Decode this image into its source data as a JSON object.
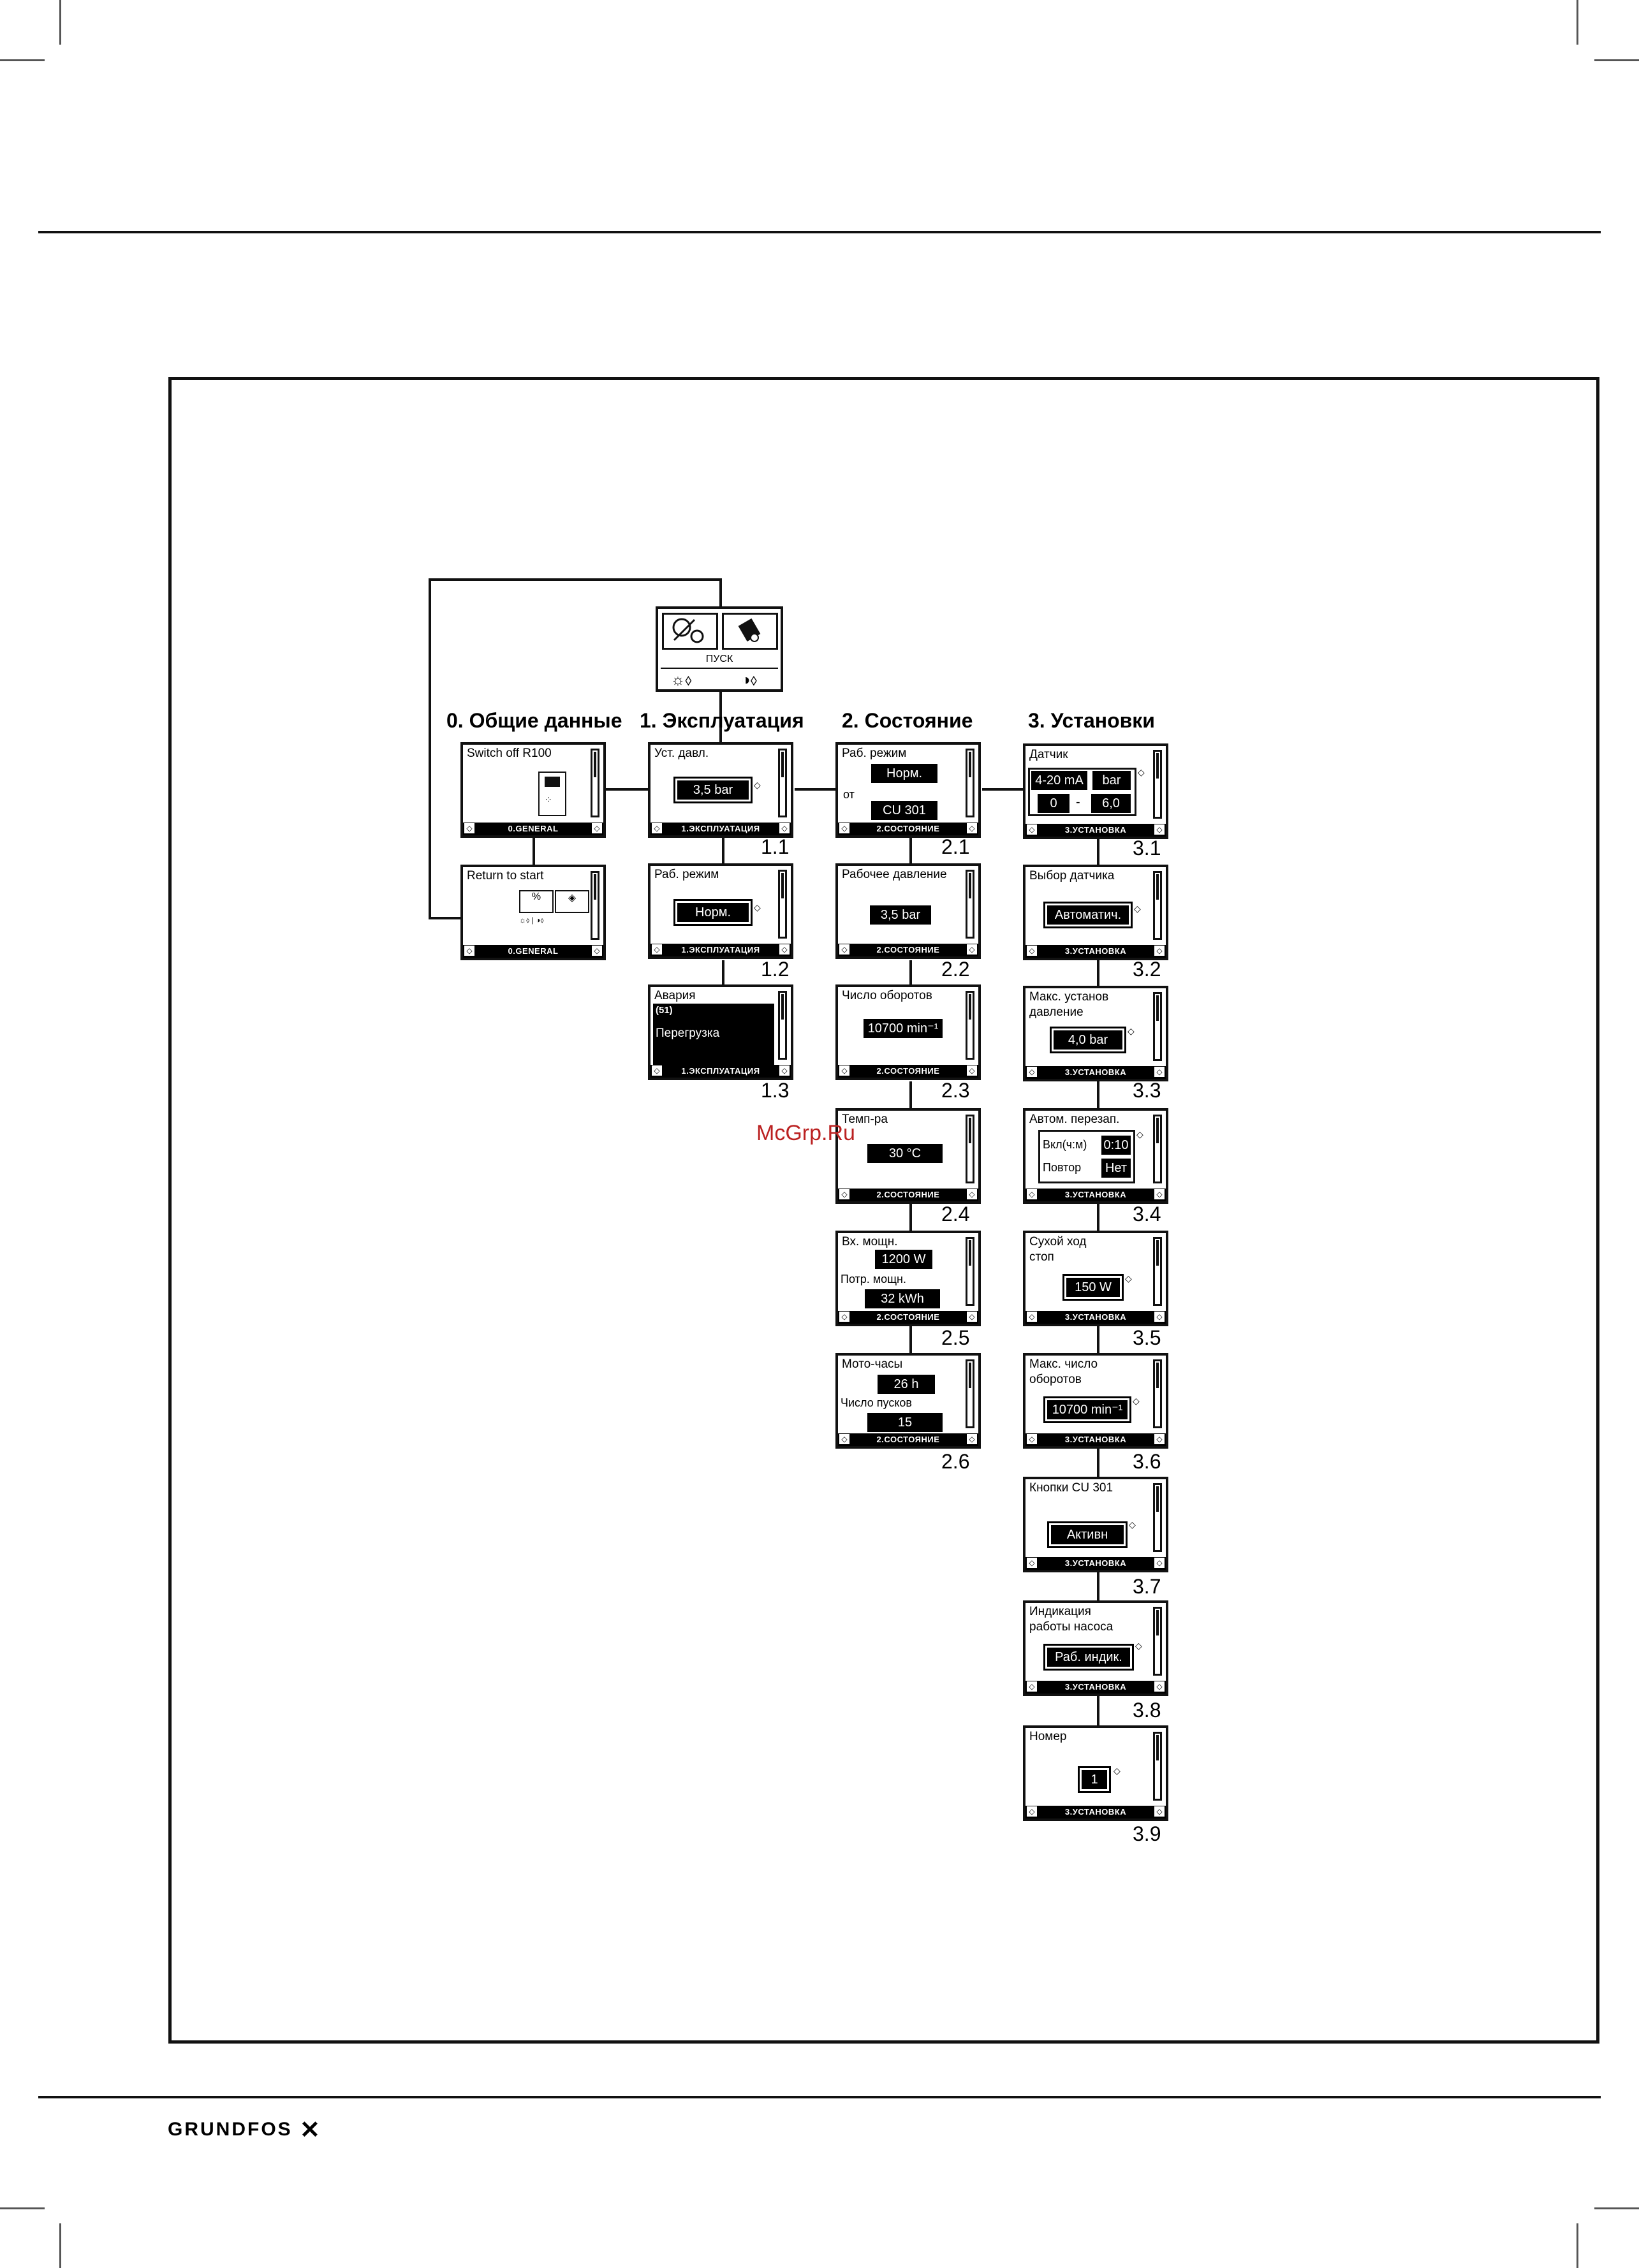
{
  "start_panel": {
    "label": "ПУСК"
  },
  "columns": [
    {
      "title": "0. Общие данные"
    },
    {
      "title": "1. Эксплуатация"
    },
    {
      "title": "2. Состояние"
    },
    {
      "title": "3. Установки"
    }
  ],
  "col0": {
    "screen1": {
      "title": "Switch off R100",
      "footer": "0.GENERAL"
    },
    "screen2": {
      "title": "Return to start",
      "footer": "0.GENERAL"
    }
  },
  "col1": [
    {
      "title": "Уст. давл.",
      "value": "3,5 bar",
      "footer": "1.ЭКСПЛУАТАЦИЯ",
      "num": "1.1"
    },
    {
      "title": "Раб. режим",
      "value": "Норм.",
      "footer": "1.ЭКСПЛУАТАЦИЯ",
      "num": "1.2"
    },
    {
      "title": "Авария",
      "sub": "(51)",
      "value": "Перегрузка",
      "footer": "1.ЭКСПЛУАТАЦИЯ",
      "num": "1.3"
    }
  ],
  "col2": [
    {
      "title": "Раб. режим",
      "value": "Норм.",
      "label2": "от",
      "value2": "CU 301",
      "footer": "2.СОСТОЯНИЕ",
      "num": "2.1"
    },
    {
      "title": "Рабочее давление",
      "value": "3,5 bar",
      "footer": "2.СОСТОЯНИЕ",
      "num": "2.2"
    },
    {
      "title": "Число оборотов",
      "value": "10700 min⁻¹",
      "footer": "2.СОСТОЯНИЕ",
      "num": "2.3"
    },
    {
      "title": "Темп-ра",
      "value": "30 °C",
      "footer": "2.СОСТОЯНИЕ",
      "num": "2.4"
    },
    {
      "title": "Вх. мощн.",
      "value": "1200 W",
      "label2": "Потр. мощн.",
      "value2": "32 kWh",
      "footer": "2.СОСТОЯНИЕ",
      "num": "2.5"
    },
    {
      "title": "Мото-часы",
      "value": "26 h",
      "label2": "Число пусков",
      "value2": "15",
      "footer": "2.СОСТОЯНИЕ",
      "num": "2.6"
    }
  ],
  "col3": [
    {
      "title": "Датчик",
      "v1": "4-20 mA",
      "v2": "bar",
      "v3": "0",
      "v4": "-",
      "v5": "6,0",
      "footer": "3.УСТАНОВКА",
      "num": "3.1"
    },
    {
      "title": "Выбор датчика",
      "value": "Автоматич.",
      "footer": "3.УСТАНОВКА",
      "num": "3.2"
    },
    {
      "title": "Макс. установ",
      "title2": "давление",
      "value": "4,0 bar",
      "footer": "3.УСТАНОВКА",
      "num": "3.3"
    },
    {
      "title": "Автом. перезап.",
      "r1": "Вкл(ч:м)",
      "r1v": "0:10",
      "r2": "Повтор",
      "r2v": "Нет",
      "footer": "3.УСТАНОВКА",
      "num": "3.4"
    },
    {
      "title": "Сухой ход",
      "title2": "стоп",
      "value": "150 W",
      "footer": "3.УСТАНОВКА",
      "num": "3.5"
    },
    {
      "title": "Макс. число",
      "title2": "оборотов",
      "value": "10700 min⁻¹",
      "footer": "3.УСТАНОВКА",
      "num": "3.6"
    },
    {
      "title": "Кнопки CU 301",
      "value": "Активн",
      "footer": "3.УСТАНОВКА",
      "num": "3.7"
    },
    {
      "title": "Индикация",
      "title2": "работы насоса",
      "value": "Раб. индик.",
      "footer": "3.УСТАНОВКА",
      "num": "3.8"
    },
    {
      "title": "Номер",
      "value": "1",
      "footer": "3.УСТАНОВКА",
      "num": "3.9"
    }
  ],
  "watermark": "McGrp.Ru",
  "brand": "GRUNDFOS"
}
